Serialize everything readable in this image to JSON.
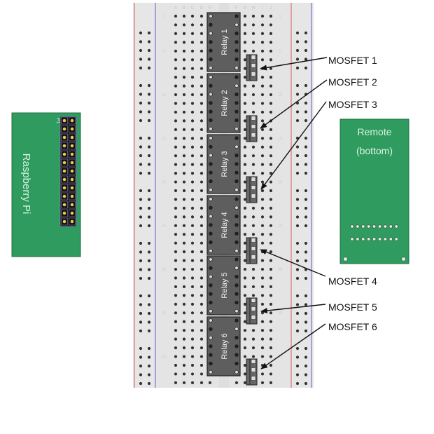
{
  "diagram": {
    "raspberry_pi": {
      "label": "Raspberry Pi",
      "header_label": "P1",
      "header_rows": 13,
      "header_cols": 2,
      "board_color": "#2f9b5f",
      "pin_color": "#e6c84a"
    },
    "breadboard": {
      "column_letters_left": [
        "A",
        "B",
        "C",
        "D",
        "E"
      ],
      "column_letters_right": [
        "F",
        "G",
        "H",
        "I",
        "J"
      ],
      "row_count": 43,
      "row_number_labels": [
        "1",
        "5",
        "10",
        "15",
        "20",
        "25",
        "30",
        "35",
        "40"
      ],
      "rail_red_color": "#d98a8a",
      "rail_blue_color": "#8a8ad9",
      "board_color": "#e3e3e3"
    },
    "relays": [
      {
        "label": "Relay 1"
      },
      {
        "label": "Relay 2"
      },
      {
        "label": "Relay 3"
      },
      {
        "label": "Relay 4"
      },
      {
        "label": "Relay 5"
      },
      {
        "label": "Relay 6"
      }
    ],
    "mosfets": [
      {
        "label": "MOSFET 1"
      },
      {
        "label": "MOSFET 2"
      },
      {
        "label": "MOSFET 3"
      },
      {
        "label": "MOSFET 4"
      },
      {
        "label": "MOSFET 5"
      },
      {
        "label": "MOSFET 6"
      }
    ],
    "remote": {
      "label_line1": "Remote",
      "label_line2": "(bottom)",
      "hole_rows": 2,
      "holes_per_row": 9,
      "board_color": "#2f9b5f"
    }
  }
}
